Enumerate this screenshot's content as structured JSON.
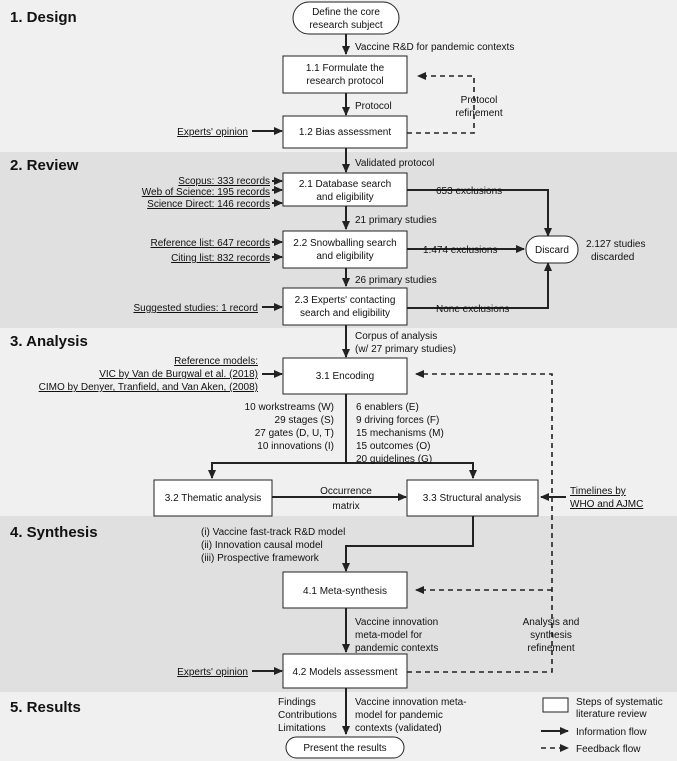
{
  "phases": {
    "design": "1. Design",
    "review": "2. Review",
    "analysis": "3. Analysis",
    "synthesis": "4. Synthesis",
    "results": "5. Results"
  },
  "terminals": {
    "start": [
      "Define the core",
      "research subject"
    ],
    "end": "Present the results",
    "discard": "Discard"
  },
  "steps": {
    "s1_1": [
      "1.1 Formulate the",
      "research protocol"
    ],
    "s1_2": "1.2 Bias assessment",
    "s2_1": [
      "2.1 Database search",
      "and eligibility"
    ],
    "s2_2": [
      "2.2 Snowballing search",
      "and eligibility"
    ],
    "s2_3": [
      "2.3 Experts' contacting",
      "search and eligibility"
    ],
    "s3_1": "3.1 Encoding",
    "s3_2": "3.2 Thematic analysis",
    "s3_3": "3.3 Structural analysis",
    "s4_1": "4.1 Meta-synthesis",
    "s4_2": "4.2 Models assessment"
  },
  "flows": {
    "vaccine_rd": "Vaccine R&D for pandemic contexts",
    "protocol": "Protocol",
    "protocol_refinement": [
      "Protocol",
      "refinement"
    ],
    "validated_protocol": "Validated protocol",
    "primary_21": "21 primary studies",
    "primary_26": "26 primary studies",
    "corpus": [
      "Corpus of analysis",
      "(w/ 27 primary studies)"
    ],
    "occurrence": [
      "Occurrence",
      "matrix"
    ],
    "synthesis_outputs": [
      "(i) Vaccine fast-track R&D model",
      "(ii) Innovation causal model",
      "(iii) Prospective framework"
    ],
    "meta_model": [
      "Vaccine innovation",
      "meta-model for",
      "pandemic contexts"
    ],
    "analysis_refinement": [
      "Analysis and",
      "synthesis",
      "refinement"
    ],
    "findings": [
      "Findings",
      "Contributions",
      "Limitations"
    ],
    "validated_model": [
      "Vaccine innovation meta-",
      "model for pandemic",
      "contexts (validated)"
    ]
  },
  "inputs": {
    "experts_1": "Experts' opinion",
    "scopus": "Scopus: 333 records",
    "wos": "Web of Science: 195 records",
    "science_direct": "Science Direct: 146 records",
    "reference_list": "Reference list: 647 records",
    "citing_list": "Citing list: 832 records",
    "suggested": "Suggested studies: 1 record",
    "ref_models": [
      "Reference models:",
      "VIC by Van de Burgwal et al. (2018)",
      "CIMO by Denyer, Tranfield, and Van Aken, (2008)"
    ],
    "timelines": [
      "Timelines by",
      "WHO and AJMC"
    ],
    "experts_2": "Experts' opinion"
  },
  "exclusions": {
    "e1": "653 exclusions",
    "e2": "1.474 exclusions",
    "e3": "None exclusions",
    "discarded": [
      "2.127 studies",
      "discarded"
    ]
  },
  "codes": {
    "left": [
      "10 workstreams (W)",
      "29 stages (S)",
      "27 gates (D, U, T)",
      "10 innovations (I)"
    ],
    "right": [
      "6 enablers (E)",
      "9 driving forces (F)",
      "15 mechanisms (M)",
      "15 outcomes (O)",
      "20 guidelines (G)"
    ]
  },
  "legend": {
    "steps": [
      "Steps of systematic",
      "literature review"
    ],
    "info": "Information flow",
    "feedback": "Feedback flow"
  }
}
